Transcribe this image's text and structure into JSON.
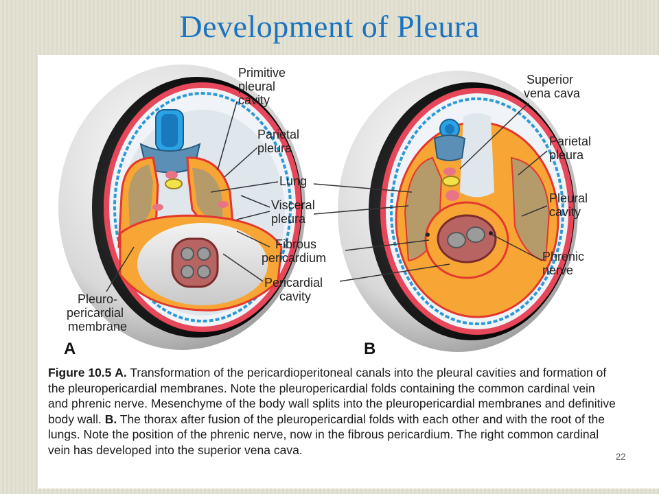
{
  "slide": {
    "title": "Development of Pleura",
    "page_number": "22"
  },
  "figure": {
    "panel_a": "A",
    "panel_b": "B",
    "labels_a": {
      "primitive_pleural_cavity": [
        "Primitive",
        "pleural",
        "cavity"
      ],
      "parietal_pleura": [
        "Parietal",
        "pleura"
      ],
      "lung": "Lung",
      "visceral_pleura": [
        "Visceral",
        "pleura"
      ],
      "fibrous_pericardium": [
        "Fibrous",
        "pericardium"
      ],
      "pericardial_cavity": [
        "Pericardial",
        "cavity"
      ],
      "pleuropericardial_membrane": [
        "Pleuro-",
        "pericardial",
        "membrane"
      ]
    },
    "labels_b": {
      "superior_vena_cava": [
        "Superior",
        "vena cava"
      ],
      "parietal_pleura": [
        "Parietal",
        "pleura"
      ],
      "pleural_cavity": [
        "Pleural",
        "cavity"
      ],
      "phrenic_nerve": [
        "Phrenic",
        "nerve"
      ]
    },
    "caption": {
      "figure_ref": "Figure 10.5",
      "a_marker": "A.",
      "a_text": "Transformation of the pericardioperitoneal canals into the pleural cavities and formation of the pleuropericardial membranes. Note the pleuropericardial folds containing the common cardinal vein and phrenic nerve. Mesenchyme of the body wall splits into the pleuropericardial membranes and definitive body wall.",
      "b_marker": "B.",
      "b_text": "The thorax after fusion of the pleuropericardial folds with each other and with the root of the lungs. Note the position of the phrenic nerve, now in the fibrous pericardium. The right common cardinal vein has developed into the superior vena cava."
    }
  }
}
